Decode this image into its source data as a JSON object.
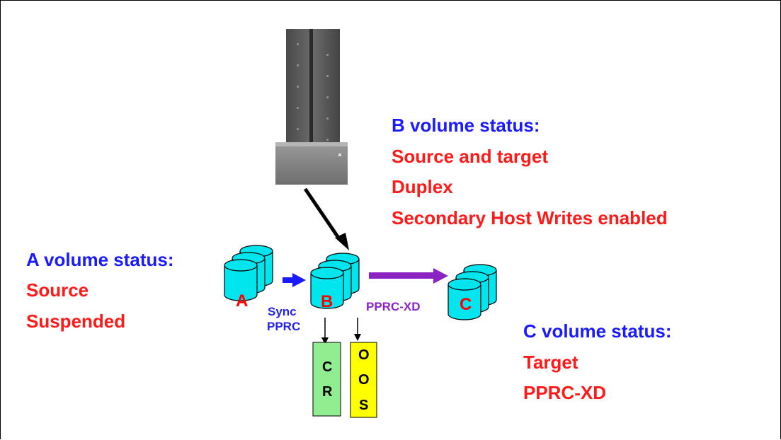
{
  "b_status": {
    "heading": "B volume status:",
    "lines": [
      "Source and target",
      "Duplex",
      "Secondary Host Writes enabled"
    ]
  },
  "a_status": {
    "heading": "A volume status:",
    "lines": [
      "Source",
      "Suspended"
    ]
  },
  "c_status": {
    "heading": "C volume status:",
    "lines": [
      "Target",
      "PPRC-XD"
    ]
  },
  "volumes": {
    "a": "A",
    "b": "B",
    "c": "C"
  },
  "links": {
    "sync_line1": "Sync",
    "sync_line2": "PPRC",
    "xd": "PPRC-XD"
  },
  "bitmaps": {
    "cr": [
      "C",
      "R"
    ],
    "oos": [
      "O",
      "O",
      "S"
    ]
  },
  "colors": {
    "cylinder": "#00e5ee",
    "heading_blue": "#1a1aff",
    "status_red": "#ff1a1a",
    "sync_arrow": "#1a1aff",
    "xd_arrow": "#8a22c4",
    "cr_box": "#90ee90",
    "oos_box": "#ffff00"
  }
}
